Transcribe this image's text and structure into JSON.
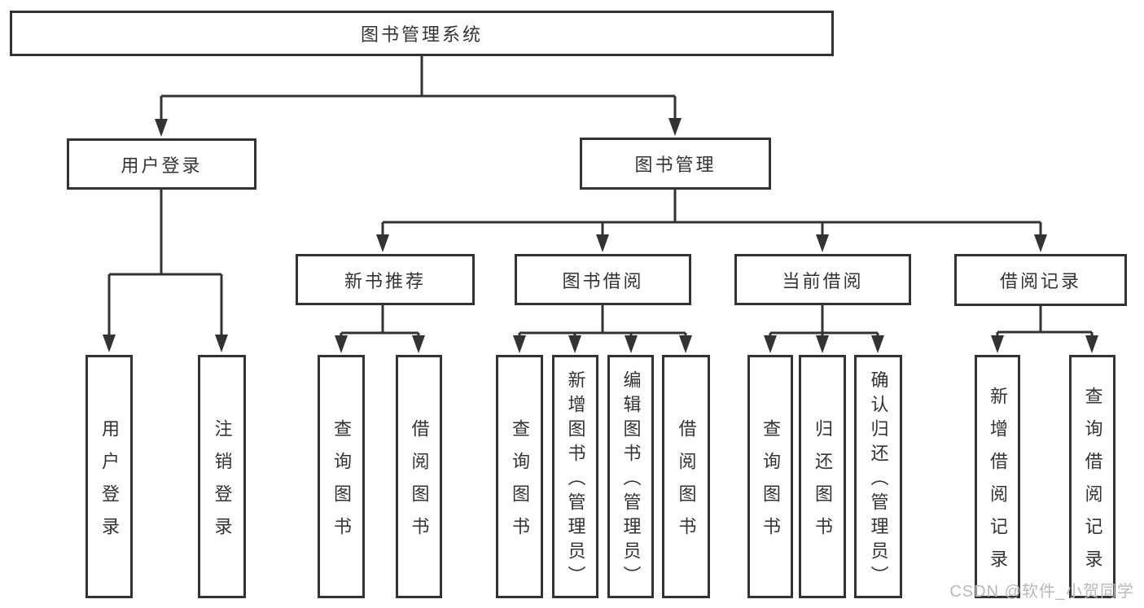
{
  "root": {
    "label": "图书管理系统"
  },
  "level2": [
    {
      "label": "用户登录"
    },
    {
      "label": "图书管理"
    }
  ],
  "level3": [
    {
      "label": "新书推荐",
      "parent": "图书管理"
    },
    {
      "label": "图书借阅",
      "parent": "图书管理"
    },
    {
      "label": "当前借阅",
      "parent": "图书管理"
    },
    {
      "label": "借阅记录",
      "parent": "图书管理"
    }
  ],
  "leaves": [
    {
      "label": "用户登录",
      "parent": "用户登录"
    },
    {
      "label": "注销登录",
      "parent": "用户登录"
    },
    {
      "label": "查询图书",
      "parent": "新书推荐"
    },
    {
      "label": "借阅图书",
      "parent": "新书推荐"
    },
    {
      "label": "查询图书",
      "parent": "图书借阅"
    },
    {
      "label": "新增图书（管理员）",
      "parent": "图书借阅"
    },
    {
      "label": "编辑图书（管理员）",
      "parent": "图书借阅"
    },
    {
      "label": "借阅图书",
      "parent": "图书借阅"
    },
    {
      "label": "查询图书",
      "parent": "当前借阅"
    },
    {
      "label": "归还图书",
      "parent": "当前借阅"
    },
    {
      "label": "确认归还（管理员）",
      "parent": "当前借阅"
    },
    {
      "label": "新增借阅记录",
      "parent": "借阅记录"
    },
    {
      "label": "查询借阅记录",
      "parent": "借阅记录"
    }
  ],
  "watermark": "CSDN @软件_小贺同学",
  "colors": {
    "line": "#333333",
    "text": "#333333",
    "watermark": "#b9b9b9",
    "background": "#ffffff"
  }
}
